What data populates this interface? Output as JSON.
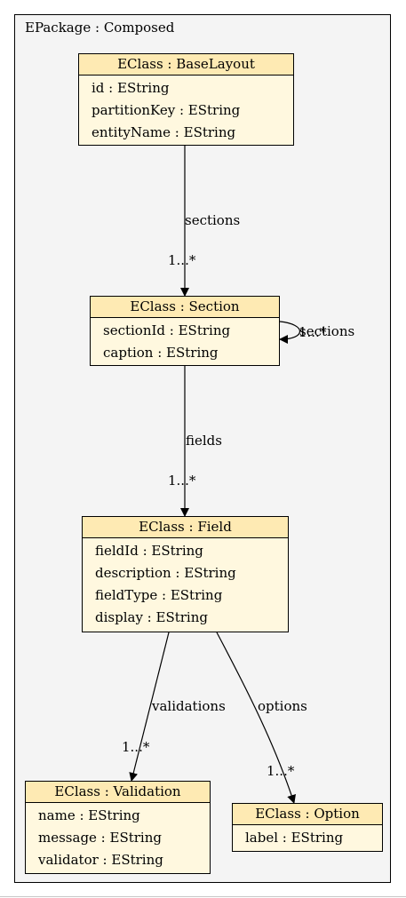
{
  "package": {
    "title": "EPackage : Composed"
  },
  "classes": {
    "base_layout": {
      "title": "EClass : BaseLayout",
      "attributes": [
        "id : EString",
        "partitionKey : EString",
        "entityName : EString"
      ]
    },
    "section": {
      "title": "EClass : Section",
      "attributes": [
        "sectionId : EString",
        "caption : EString"
      ]
    },
    "field": {
      "title": "EClass : Field",
      "attributes": [
        "fieldId : EString",
        "description : EString",
        "fieldType : EString",
        "display : EString"
      ]
    },
    "validation": {
      "title": "EClass : Validation",
      "attributes": [
        "name : EString",
        "message : EString",
        "validator : EString"
      ]
    },
    "option": {
      "title": "EClass : Option",
      "attributes": [
        "label : EString"
      ]
    }
  },
  "references": {
    "base_sections": {
      "name": "sections",
      "multiplicity": "1...*"
    },
    "section_sections": {
      "name": "sections",
      "multiplicity": "1...*"
    },
    "section_fields": {
      "name": "fields",
      "multiplicity": "1...*"
    },
    "field_validations": {
      "name": "validations",
      "multiplicity": "1...*"
    },
    "field_options": {
      "name": "options",
      "multiplicity": "1...*"
    }
  },
  "colors": {
    "class_header": "#feeab3",
    "class_body": "#fff8df",
    "package_bg": "#f4f4f4",
    "line": "#000000"
  }
}
